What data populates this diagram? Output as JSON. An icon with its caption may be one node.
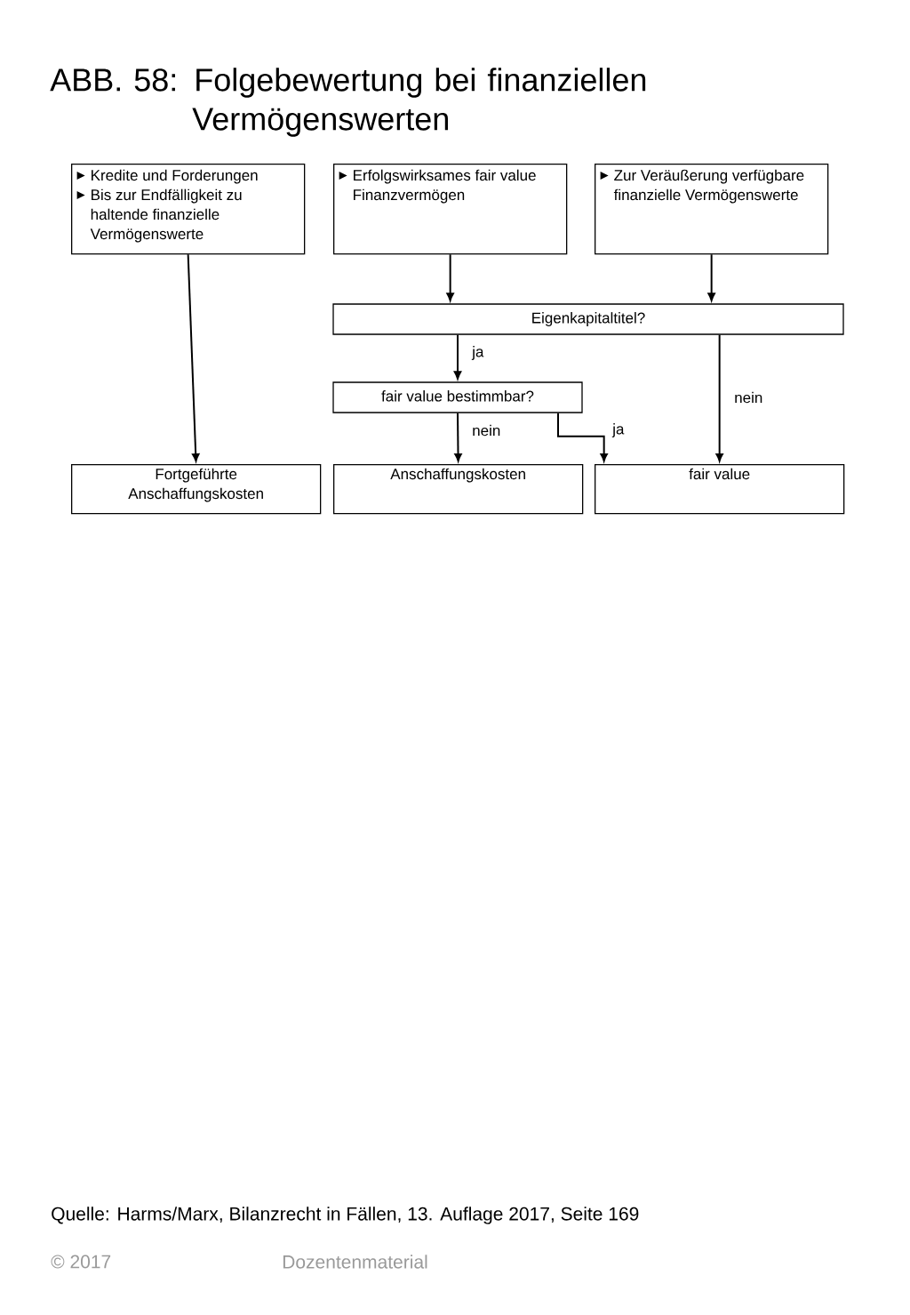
{
  "diagram": {
    "title": "ABB. 58: Folgebewertung bei finanziellen Vermögenswerten",
    "nodes": [
      {
        "text": [
          "Kredite und Forderungen",
          "Bis zur Endfälligkeit zu haltende finanzielle Vermögenswerte"
        ]
      },
      {
        "text": [
          "Erfolgswirksames fair value Finanzvermögen"
        ]
      },
      {
        "text": [
          "Zur Veräußerung verfügbare finanzielle Vermögenswerte"
        ]
      },
      {
        "text": [
          "Eigenkapitaltitel?"
        ]
      },
      {
        "text": [
          "fair value bestimmbar?"
        ]
      },
      {
        "text": [
          "Fortgeführte Anschaffungskosten"
        ]
      },
      {
        "text": [
          "Anschaffungskosten"
        ]
      },
      {
        "text": [
          "fair value"
        ]
      }
    ],
    "edges": [
      {
        "from": 0,
        "to": 5,
        "arrow": "to"
      },
      {
        "from": 1,
        "to": 3,
        "arrow": "to"
      },
      {
        "from": 2,
        "to": 3,
        "arrow": "to"
      },
      {
        "from": 3,
        "to": 4,
        "arrow": "to",
        "label": "ja"
      },
      {
        "from": 3,
        "to": 7,
        "arrow": "to",
        "label": "nein"
      },
      {
        "from": 4,
        "to": 6,
        "arrow": "to",
        "label": "nein"
      },
      {
        "from": 4,
        "to": 7,
        "arrow": "to",
        "label": "ja"
      }
    ],
    "labels": [
      "Quelle: Harms/Marx, Bilanzrecht in Fällen, 13. Auflage 2017, Seite 169",
      "© 2017",
      "Dozentenmaterial"
    ]
  }
}
